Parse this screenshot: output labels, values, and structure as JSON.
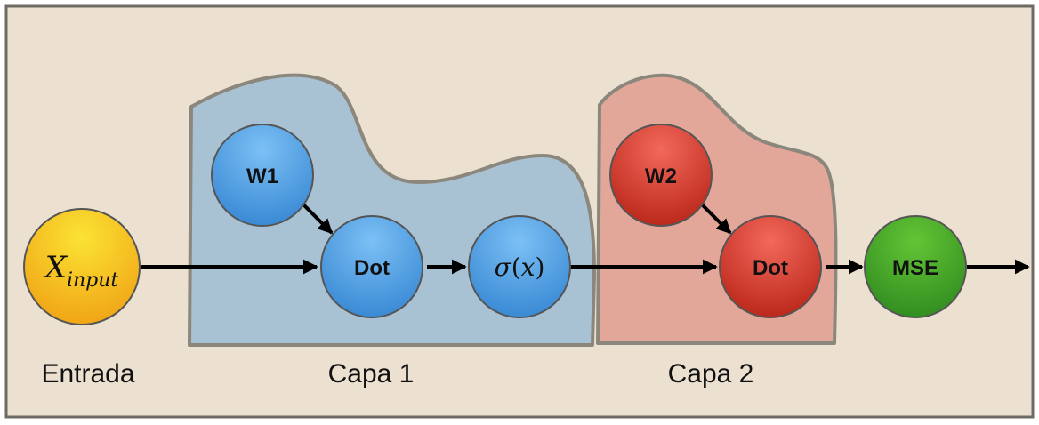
{
  "diagram": {
    "colors": {
      "background": "#ece1d1",
      "frame": "#6e6a64",
      "layer1_fill": "#a9c2d3",
      "layer2_fill": "#e3a79a",
      "blob_stroke": "#8c877c",
      "blue_node": "#4b9be0",
      "red_node": "#d63b2e",
      "orange_node": "#f3ad20",
      "green_node": "#3ea22a",
      "arrow": "#000000"
    },
    "nodes": {
      "input": {
        "base": "X",
        "subscript": "input"
      },
      "w1": "W1",
      "dot1": "Dot",
      "sigma": {
        "symbol": "σ",
        "open": "(",
        "var": "x",
        "close": ")"
      },
      "w2": "W2",
      "dot2": "Dot",
      "mse": "MSE"
    },
    "captions": {
      "input": "Entrada",
      "layer1": "Capa 1",
      "layer2": "Capa 2"
    },
    "edges": [
      {
        "from": "input",
        "to": "dot1"
      },
      {
        "from": "w1",
        "to": "dot1"
      },
      {
        "from": "dot1",
        "to": "sigma"
      },
      {
        "from": "sigma",
        "to": "dot2"
      },
      {
        "from": "w2",
        "to": "dot2"
      },
      {
        "from": "dot2",
        "to": "mse"
      },
      {
        "from": "mse",
        "to": "output"
      }
    ]
  }
}
